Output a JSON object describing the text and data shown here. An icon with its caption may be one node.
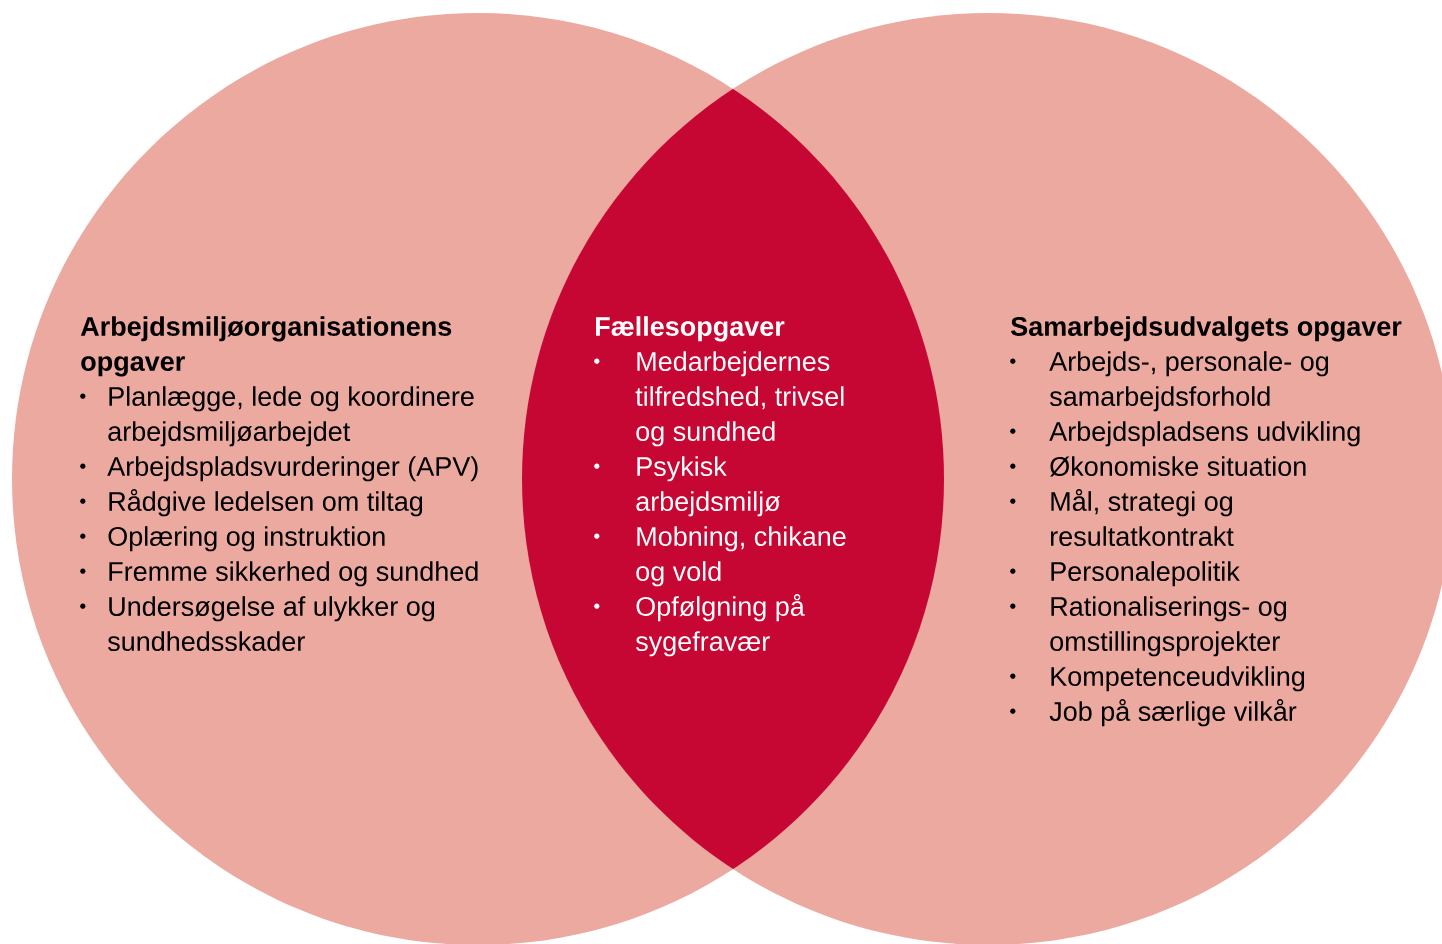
{
  "diagram": {
    "nodes": [
      {
        "text": [
          "Arbejdsmiljøorganisationens opgaver",
          "Planlægge, lede og koordinere arbejdsmiljøarbejdet",
          "Arbejdspladsvurderinger (APV)",
          "Rådgive ledelsen om tiltag",
          "Oplæring og instruktion",
          "Fremme sikkerhed og sundhed",
          "Undersøgelse af ulykker og sundhedsskader"
        ]
      },
      {
        "text": [
          "Fællesopgaver",
          "Medarbejdernes tilfredshed, trivsel og sundhed",
          "Psykisk arbejdsmiljø",
          "Mobning, chikane og vold",
          "Opfølgning på sygefravær"
        ]
      },
      {
        "text": [
          "Samarbejdsudvalgets opgaver",
          "Arbejds-, personale- og samarbejdsforhold",
          "Arbejdspladsens udvikling",
          "Økonomiske situation",
          "Mål, strategi og resultatkontrakt",
          "Personalepolitik",
          "Rationaliserings- og omstillingsprojekter",
          "Kompetenceudvikling",
          "Job på særlige vilkår"
        ]
      }
    ]
  }
}
